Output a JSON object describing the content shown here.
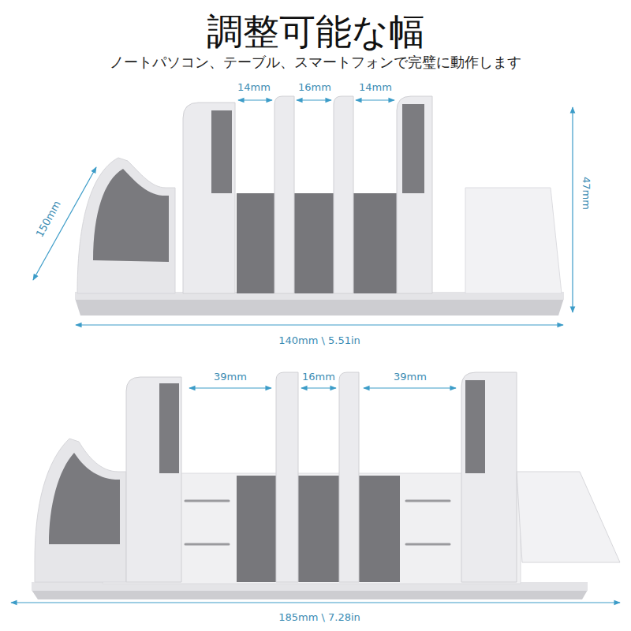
{
  "diagram": {
    "title": "調整可能な幅",
    "labels": [
      "ノートパソコン、テーブル、スマートフォンで完璧に動作します",
      "14mm",
      "16mm",
      "14mm",
      "150mm",
      "47mm",
      "140mm \\ 5.51in",
      "39mm",
      "16mm",
      "39mm",
      "185mm \\ 7.28in"
    ]
  }
}
